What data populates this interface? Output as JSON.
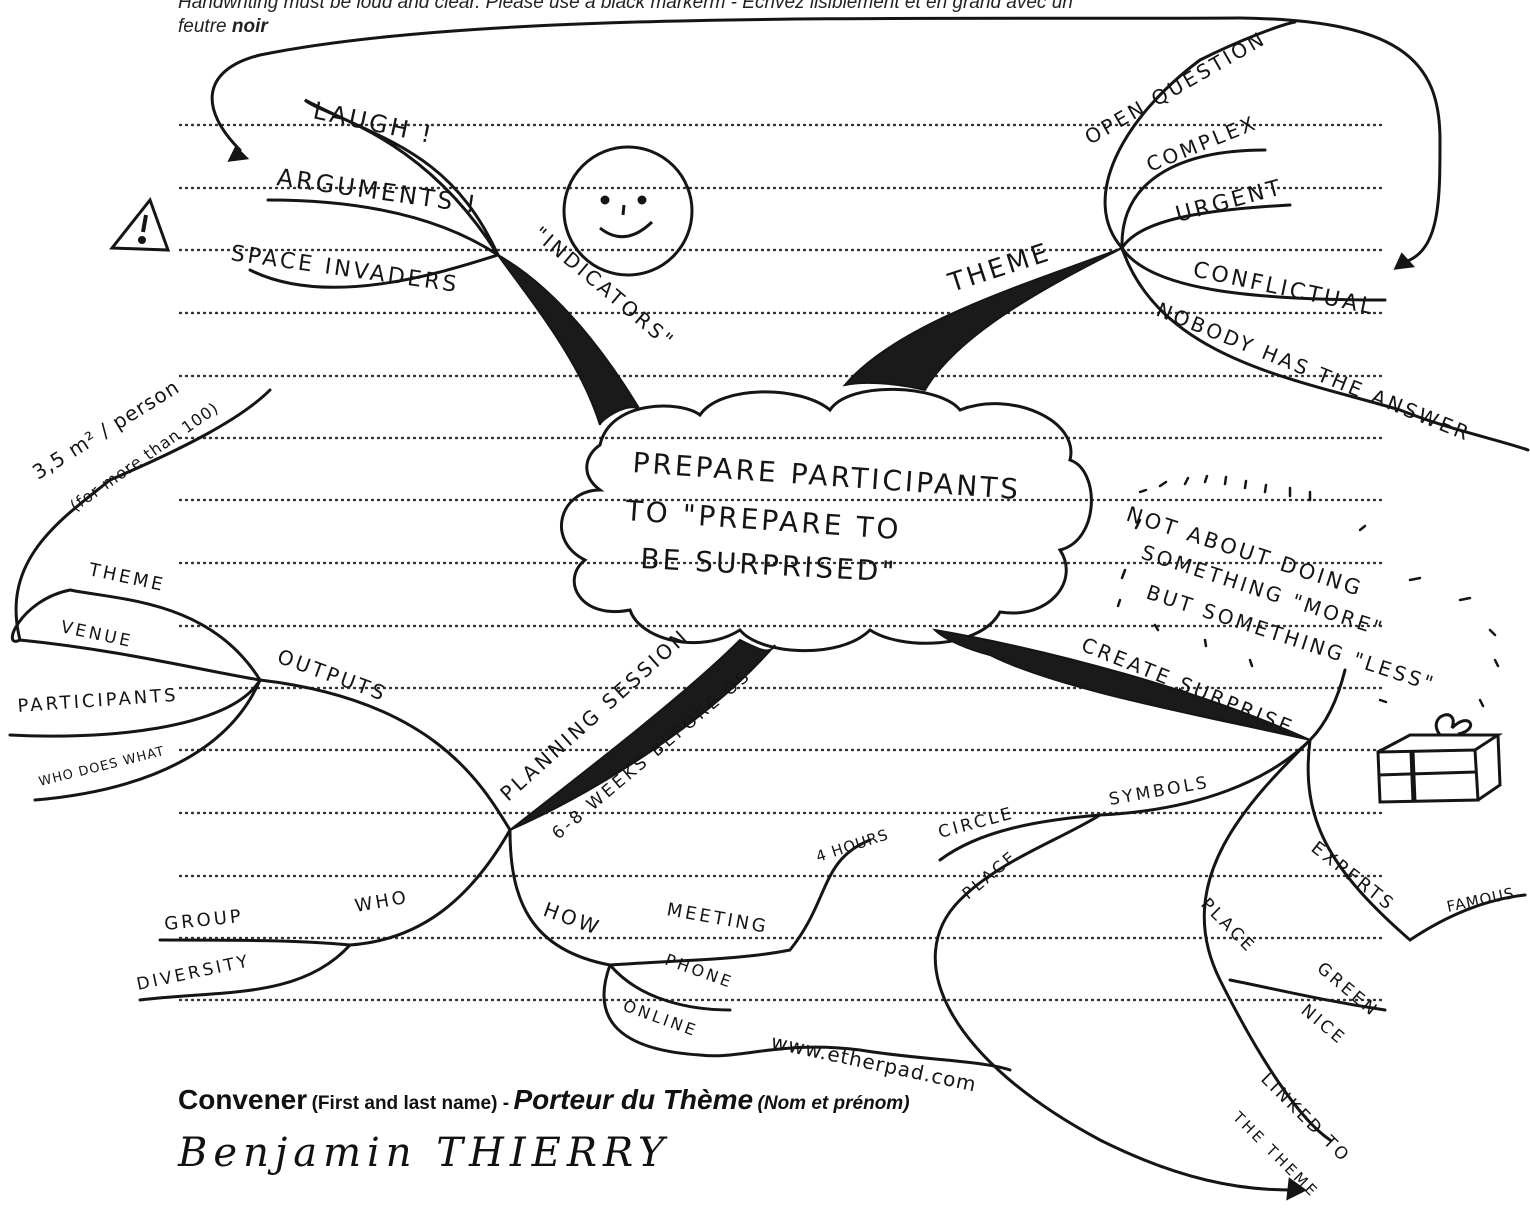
{
  "instructions": {
    "line1": "Handwriting must be loud and clear. Please use a black markerm - Écrivez lisiblement et en grand avec un",
    "line2_prefix": "feutre ",
    "line2_bold": "noir"
  },
  "central_topic": {
    "line1": "PREPARE PARTICIPANTS",
    "line2": "TO \"PREPARE TO",
    "line3": "BE SURPRISED\""
  },
  "branches": {
    "indicators": {
      "label": "\"INDICATORS\"",
      "children": [
        "LAUGH !",
        "ARGUMENTS !",
        "SPACE INVADERS"
      ]
    },
    "theme": {
      "label": "THEME",
      "children": [
        "OPEN QUESTION",
        "COMPLEX",
        "URGENT",
        "CONFLICTUAL",
        "NOBODY HAS THE ANSWER"
      ]
    },
    "planning": {
      "label": "PLANNING SESSION",
      "sublabel": "6-8 WEEKS BEFORE OS",
      "outputs": {
        "label": "OUTPUTS",
        "children": [
          "THEME",
          "VENUE",
          "PARTICIPANTS",
          "WHO DOES WHAT"
        ],
        "venue_note_1": "3,5 m² / person",
        "venue_note_2": "(for more than 100)"
      },
      "who": {
        "label": "WHO",
        "children": [
          "GROUP",
          "DIVERSITY"
        ]
      },
      "how": {
        "label": "HOW",
        "children": [
          "MEETING",
          "PHONE",
          "ONLINE"
        ],
        "meeting_note": "4 HOURS",
        "online_note": "www.etherpad.com"
      }
    },
    "surprise": {
      "label": "CREATE SURPRISE",
      "note_line1": "NOT ABOUT DOING",
      "note_line2": "SOMETHING \"MORE\"",
      "note_line3": "BUT SOMETHING \"LESS\"",
      "symbols": {
        "label": "SYMBOLS",
        "children": [
          "CIRCLE",
          "PLACE"
        ]
      },
      "place": {
        "label": "PLACE",
        "children": [
          "GREEN",
          "NICE",
          "LINKED TO",
          "THE THEME"
        ]
      },
      "experts": {
        "label": "EXPERTS",
        "children": [
          "FAMOUS"
        ]
      }
    }
  },
  "convener": {
    "label_en": "Convener",
    "hint_en": "(First and last name) -",
    "label_fr": "Porteur du Thème",
    "hint_fr": "(Nom et prénom)",
    "name": "Benjamin THIERRY"
  }
}
